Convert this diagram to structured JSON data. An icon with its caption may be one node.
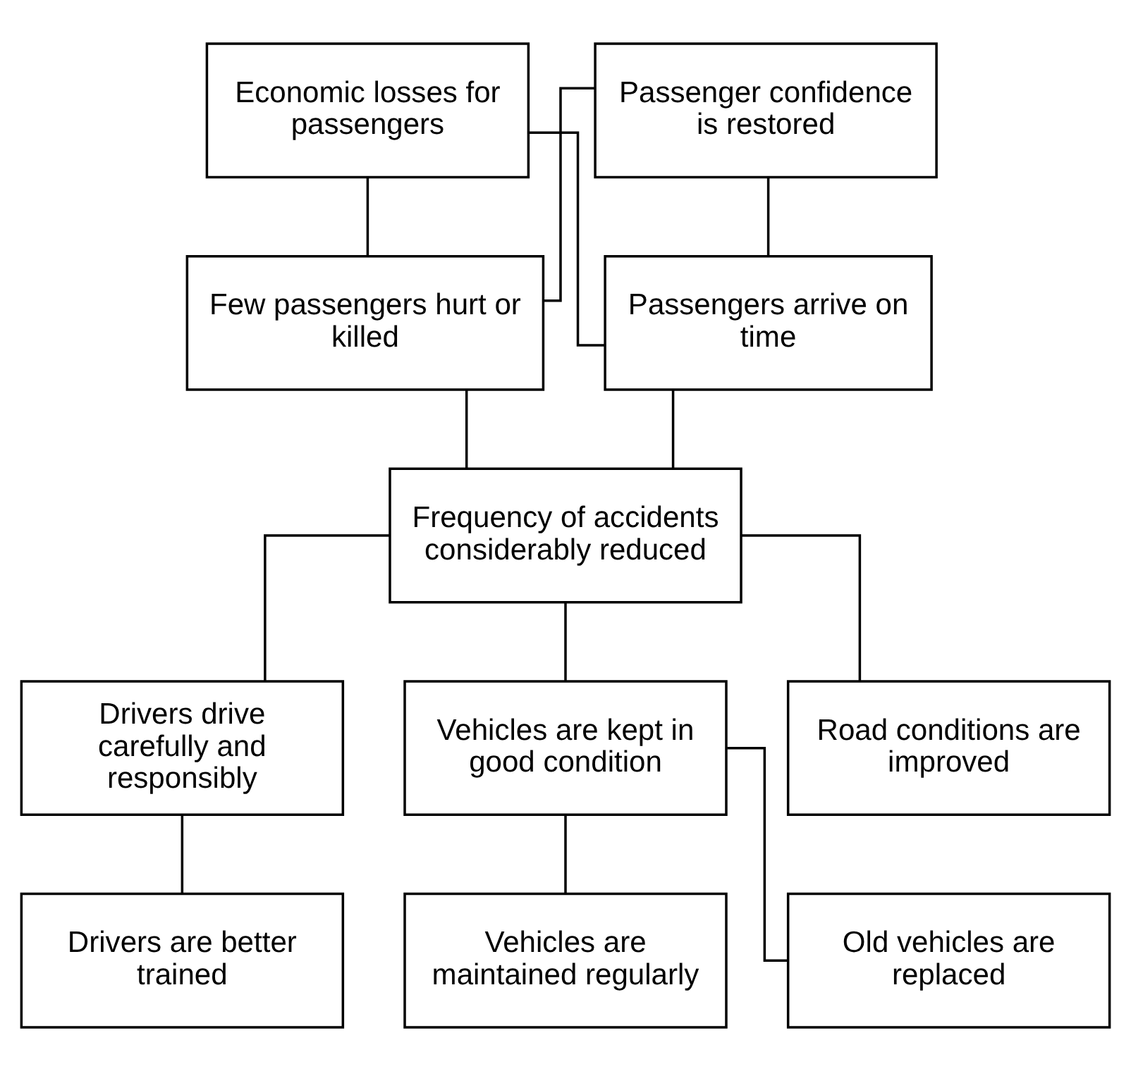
{
  "diagram": {
    "nodes": [
      {
        "text": [
          "Economic losses for passengers"
        ]
      },
      {
        "text": [
          "Passenger confidence is restored"
        ]
      },
      {
        "text": [
          "Few passengers hurt or killed"
        ]
      },
      {
        "text": [
          "Passengers arrive on time"
        ]
      },
      {
        "text": [
          "Frequency of accidents considerably reduced"
        ]
      },
      {
        "text": [
          "Drivers drive carefully and responsibly"
        ]
      },
      {
        "text": [
          "Vehicles are kept in good condition"
        ]
      },
      {
        "text": [
          "Road conditions are improved"
        ]
      },
      {
        "text": [
          "Drivers are better trained"
        ]
      },
      {
        "text": [
          "Old vehicles are replaced"
        ]
      },
      {
        "text": [
          "Vehicles are maintained regularly"
        ]
      }
    ],
    "edges": [
      {
        "from": 0,
        "to": 2,
        "arrow": "none"
      },
      {
        "from": 0,
        "to": 3,
        "arrow": "none"
      },
      {
        "from": 1,
        "to": 2,
        "arrow": "none"
      },
      {
        "from": 1,
        "to": 3,
        "arrow": "none"
      },
      {
        "from": 2,
        "to": 4,
        "arrow": "none"
      },
      {
        "from": 3,
        "to": 4,
        "arrow": "none"
      },
      {
        "from": 4,
        "to": 5,
        "arrow": "none"
      },
      {
        "from": 4,
        "to": 6,
        "arrow": "none"
      },
      {
        "from": 4,
        "to": 7,
        "arrow": "none"
      },
      {
        "from": 5,
        "to": 8,
        "arrow": "none"
      },
      {
        "from": 6,
        "to": 9,
        "arrow": "none"
      },
      {
        "from": 6,
        "to": 10,
        "arrow": "none"
      }
    ]
  }
}
